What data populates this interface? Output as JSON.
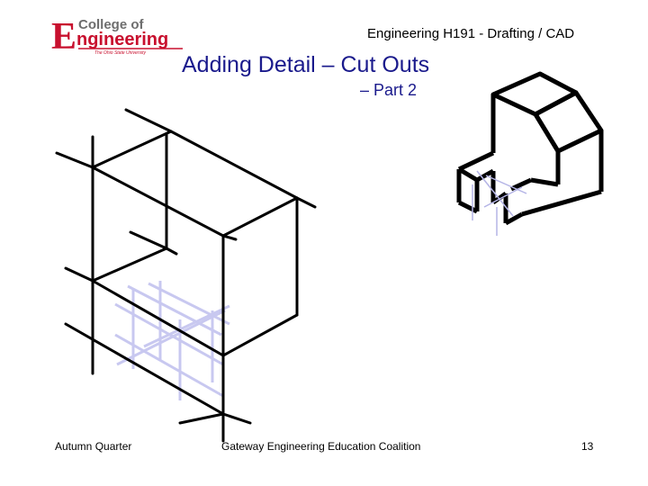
{
  "header": {
    "logo": {
      "first_letter": "E",
      "line1": "College of",
      "line2": "ngineering",
      "tagline": "The Ohio State University",
      "colors": {
        "red": "#c8102e",
        "gray": "#6e6e6e"
      }
    },
    "course": "Engineering H191  - Drafting / CAD"
  },
  "slide": {
    "title": "Adding Detail – Cut Outs",
    "subtitle": "– Part 2"
  },
  "colors": {
    "line": "#000000",
    "construction": "#c8c8f0",
    "title": "#1a1a8c"
  },
  "footer": {
    "left": "Autumn Quarter",
    "center": "Gateway Engineering Education Coalition",
    "page_number": "13"
  }
}
